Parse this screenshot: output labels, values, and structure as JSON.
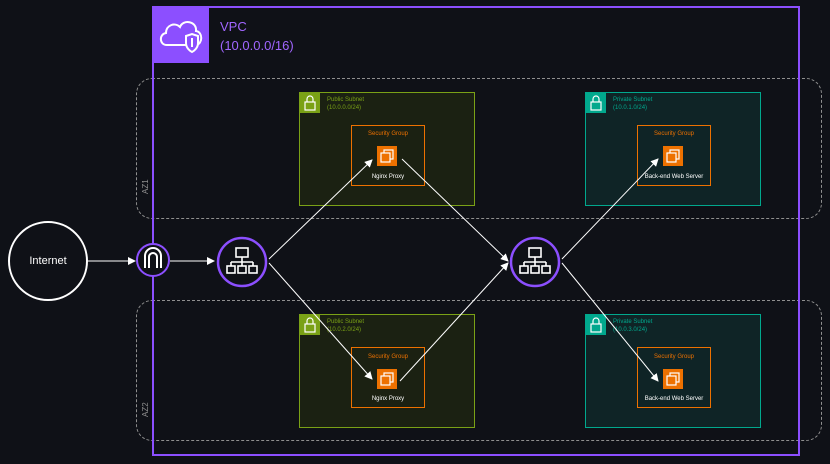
{
  "vpc": {
    "title": "VPC",
    "cidr": "(10.0.0.0/16)",
    "icon": "vpc-shield-cloud-icon"
  },
  "internet": {
    "label": "Internet"
  },
  "az1": {
    "label": "AZ1"
  },
  "az2": {
    "label": "AZ2"
  },
  "subnets": {
    "public1": {
      "title": "Public Subnet",
      "cidr": "(10.0.0.0/24)"
    },
    "private1": {
      "title": "Private Subnet",
      "cidr": "(10.0.1.0/24)"
    },
    "public2": {
      "title": "Public Subnet",
      "cidr": "(10.0.2.0/24)"
    },
    "private2": {
      "title": "Private Subnet",
      "cidr": "(10.0.3.0/24)"
    }
  },
  "security_groups": {
    "sg1": {
      "title": "Security Group",
      "instance": "Nginx Proxy"
    },
    "sg2": {
      "title": "Security Group",
      "instance": "Back-end Web Server"
    },
    "sg3": {
      "title": "Security Group",
      "instance": "Nginx Proxy"
    },
    "sg4": {
      "title": "Security Group",
      "instance": "Back-end Web Server"
    }
  },
  "colors": {
    "vpc": "#8c4fff",
    "public_subnet": "#7aa116",
    "private_subnet": "#01a88d",
    "security_group": "#ed7100",
    "az_border": "#8f8f8f",
    "background": "#0f1117"
  }
}
